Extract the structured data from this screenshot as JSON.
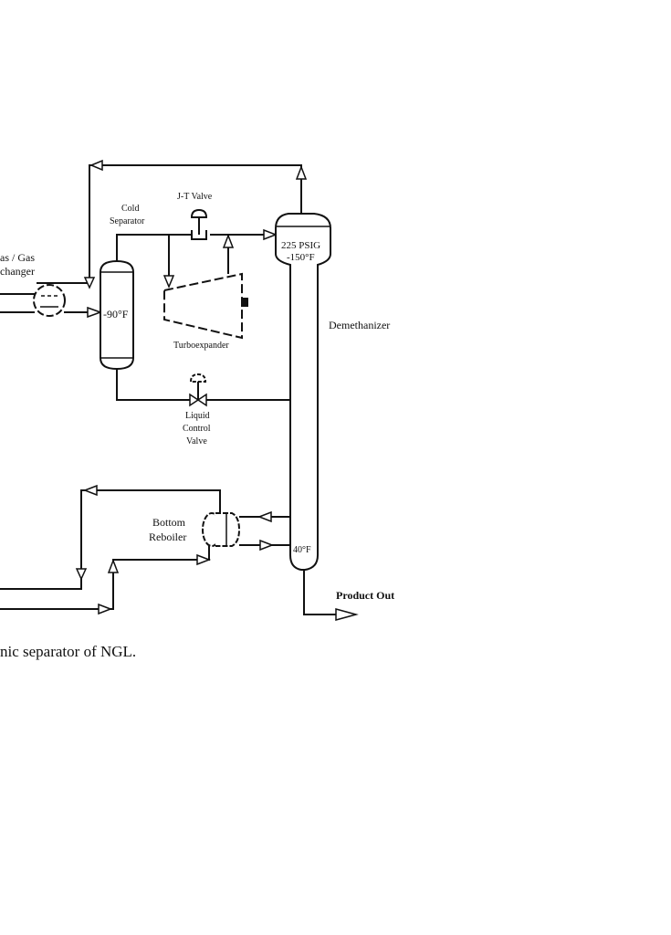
{
  "labels": {
    "heat_exchanger_line1": "as / Gas",
    "heat_exchanger_line2": "changer",
    "cold_separator_line1": "Cold",
    "cold_separator_line2": "Separator",
    "cold_separator_temp": "-90°F",
    "jt_valve": "J-T Valve",
    "turboexpander": "Turboexpander",
    "liquid_control_valve_line1": "Liquid",
    "liquid_control_valve_line2": "Control",
    "liquid_control_valve_line3": "Valve",
    "demethanizer": "Demethanizer",
    "demethanizer_pressure": "225 PSIG",
    "demethanizer_top_temp": "-150°F",
    "demethanizer_bottom_temp": "40°F",
    "bottom_reboiler_line1": "Bottom",
    "bottom_reboiler_line2": "Reboiler",
    "product_out": "Product Out"
  },
  "caption": "nic separator of NGL."
}
